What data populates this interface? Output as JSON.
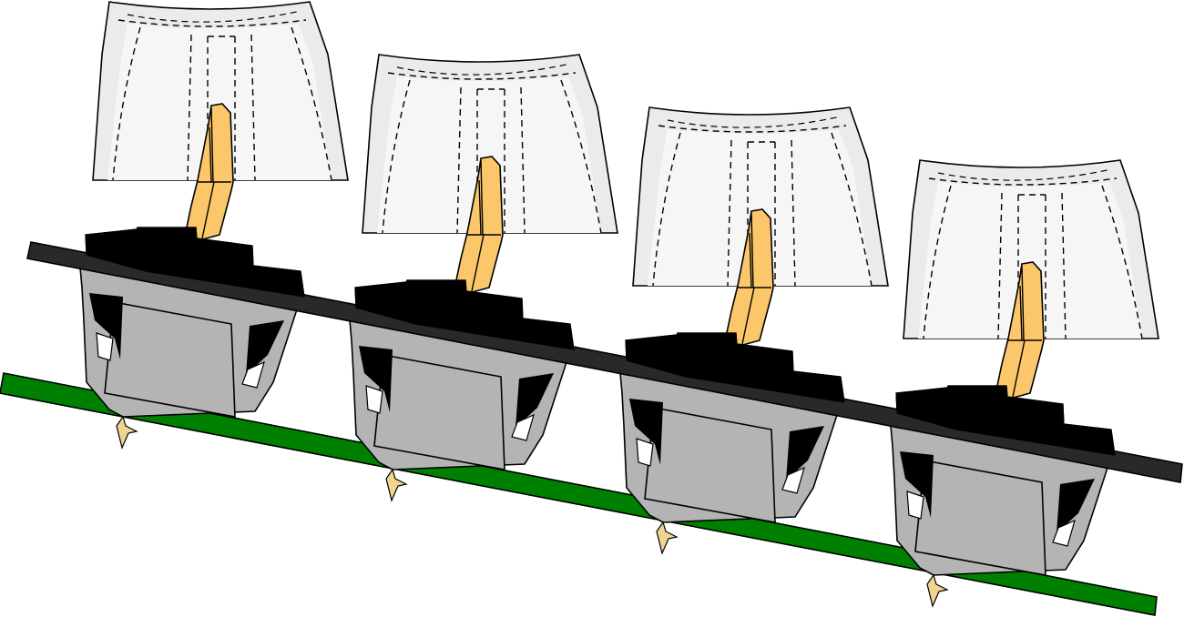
{
  "diagram": {
    "components": {
      "keycap": "keycap",
      "stem": "stem",
      "switch_housing": "switch-housing",
      "plate": "plate",
      "pcb": "pcb",
      "pin": "pin"
    },
    "switch_count": 4,
    "colors": {
      "background": "#ffffff",
      "keycap_outer": "#ebebeb",
      "keycap_inner": "#f6f6f6",
      "stem": "#fbc76a",
      "housing": "#b4b4b4",
      "housing_dark": "#000000",
      "plate": "#292929",
      "pcb": "#008000",
      "pin": "#f0d592",
      "outline": "#000000"
    }
  }
}
